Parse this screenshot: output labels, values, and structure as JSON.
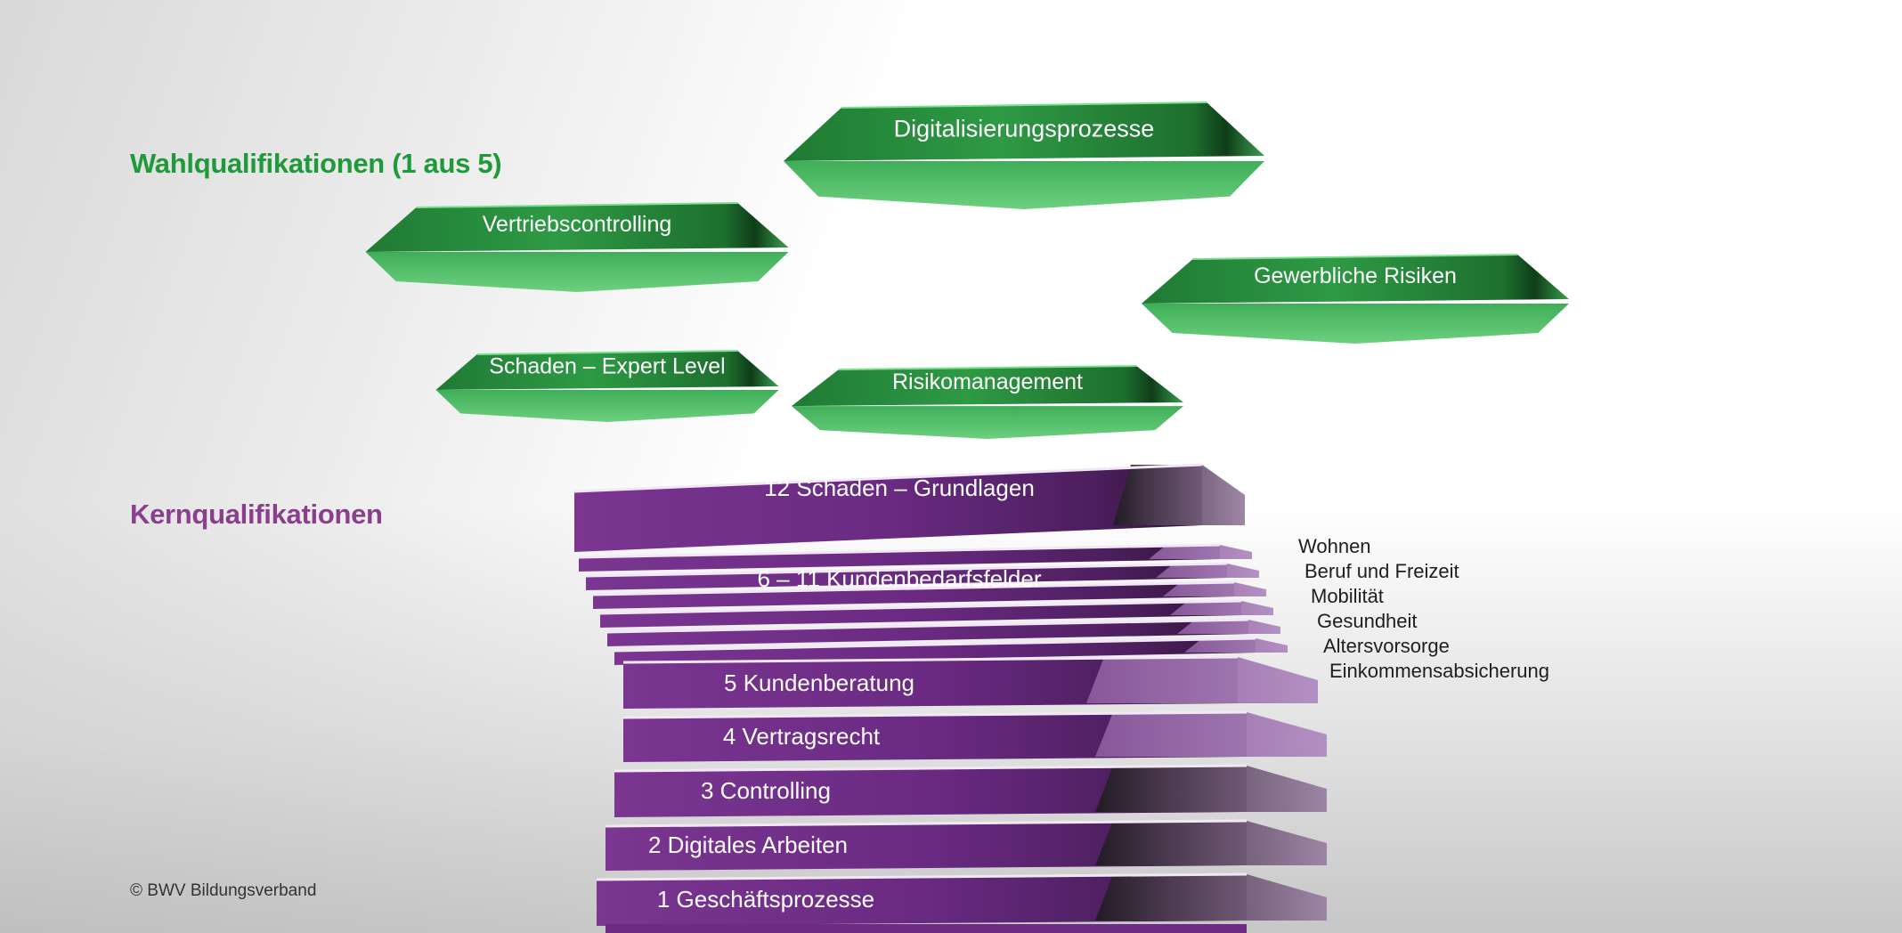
{
  "headings": {
    "elective": "Wahlqualifikationen (1 aus 5)",
    "core": "Kernqualifikationen"
  },
  "colors": {
    "elective": "#1e9a3a",
    "core": "#8a3f8d",
    "core_slab": "#6e2b84"
  },
  "elective_modules": [
    "Digitalisierungsprozesse",
    "Vertriebscontrolling",
    "Gewerbliche Risiken",
    "Schaden – Expert Level",
    "Risikomanagement"
  ],
  "core_modules": [
    {
      "label": "12  Schaden – Grundlagen"
    },
    {
      "label": "6 – 11  Kundenbedarfsfelder"
    },
    {
      "label": "5  Kundenberatung"
    },
    {
      "label": "4  Vertragsrecht"
    },
    {
      "label": "3  Controlling"
    },
    {
      "label": "2  Digitales Arbeiten"
    },
    {
      "label": "1  Geschäftsprozesse"
    }
  ],
  "needs_fields": [
    "Wohnen",
    "Beruf und Freizeit",
    "Mobilität",
    "Gesundheit",
    "Altersvorsorge",
    "Einkommensabsicherung"
  ],
  "copyright": "© BWV Bildungsverband"
}
